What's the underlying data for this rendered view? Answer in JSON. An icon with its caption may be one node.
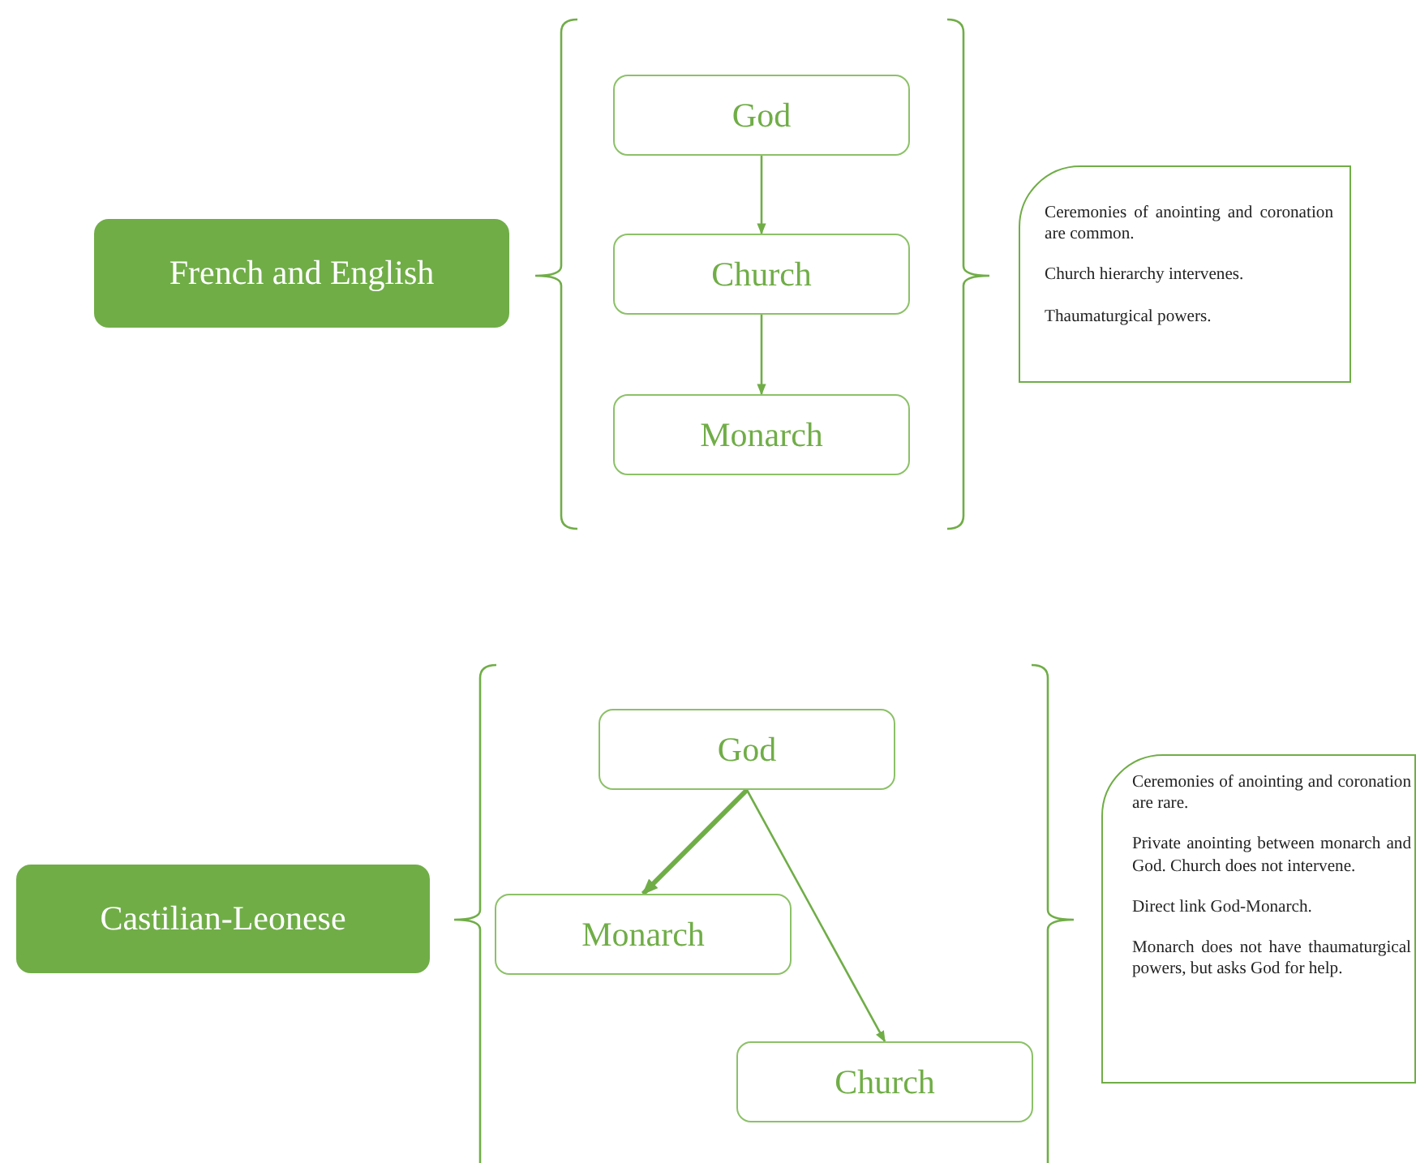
{
  "diagram": {
    "nodes": [
      {
        "text": [
          "French and English"
        ]
      },
      {
        "text": [
          "God"
        ]
      },
      {
        "text": [
          "Church"
        ]
      },
      {
        "text": [
          "Monarch"
        ]
      },
      {
        "text": [
          "Ceremonies of anointing and coronation are common.",
          "Church hierarchy intervenes.",
          "Thaumaturgical powers."
        ]
      },
      {
        "text": [
          "Castilian-Leonese"
        ]
      },
      {
        "text": [
          "God"
        ]
      },
      {
        "text": [
          "Monarch"
        ]
      },
      {
        "text": [
          "Church"
        ]
      },
      {
        "text": [
          "Ceremonies of anointing and coronation are rare.",
          "Private anointing between monarch and God. Church does not intervene.",
          "Direct link God-Monarch.",
          "Monarch does not have thaumaturgical powers, but asks God for help."
        ]
      }
    ],
    "edges": [
      {
        "from": 1,
        "to": 2,
        "arrow": "to"
      },
      {
        "from": 2,
        "to": 3,
        "arrow": "to"
      },
      {
        "from": 6,
        "to": 7,
        "arrow": "to",
        "style": "thick"
      },
      {
        "from": 6,
        "to": 8,
        "arrow": "to"
      }
    ]
  }
}
